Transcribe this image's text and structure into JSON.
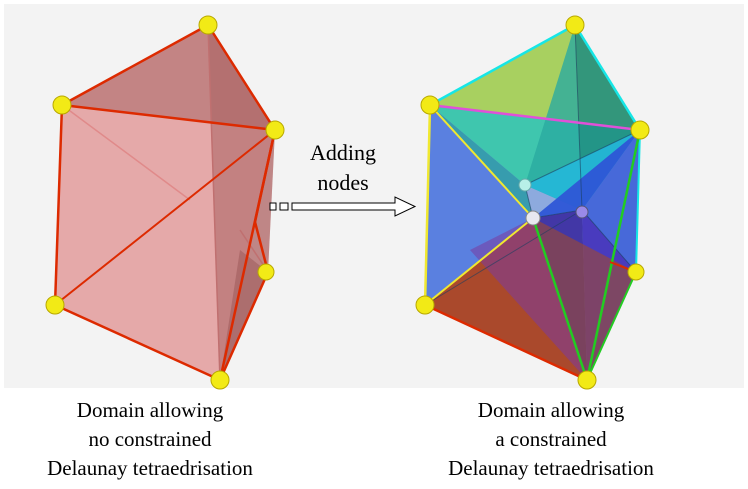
{
  "arrow": {
    "line1": "Adding",
    "line2": "nodes"
  },
  "captions": {
    "left": {
      "line1": "Domain allowing",
      "line2": "no constrained",
      "line3": "Delaunay tetraedrisation"
    },
    "right": {
      "line1": "Domain allowing",
      "line2": "a constrained",
      "line3": "Delaunay tetraedrisation"
    }
  },
  "colors": {
    "background_panel": "#f3f3f3",
    "left_face": "#d98c8c",
    "left_edge": "#dd2a00",
    "node": "#f2ea16",
    "edge_cyan": "#16e6e6",
    "edge_magenta": "#e050d8",
    "edge_yellow": "#f0e830",
    "edge_green": "#22cc22",
    "edge_red": "#dd2a00"
  }
}
